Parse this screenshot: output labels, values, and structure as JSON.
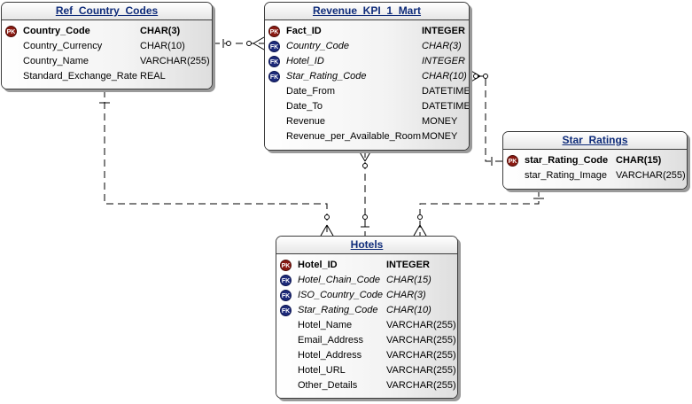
{
  "entities": {
    "ref_country_codes": {
      "title": "Ref_Country_Codes",
      "rows": [
        {
          "key": "PK",
          "name": "Country_Code",
          "type": "CHAR(3)"
        },
        {
          "key": "",
          "name": "Country_Currency",
          "type": "CHAR(10)"
        },
        {
          "key": "",
          "name": "Country_Name",
          "type": "VARCHAR(255)"
        },
        {
          "key": "",
          "name": "Standard_Exchange_Rate",
          "type": "REAL"
        }
      ]
    },
    "revenue_kpi": {
      "title": "Revenue_KPI_1_Mart",
      "rows": [
        {
          "key": "PK",
          "name": "Fact_ID",
          "type": "INTEGER"
        },
        {
          "key": "FK",
          "name": "Country_Code",
          "type": "CHAR(3)"
        },
        {
          "key": "FK",
          "name": "Hotel_ID",
          "type": "INTEGER"
        },
        {
          "key": "FK",
          "name": "Star_Rating_Code",
          "type": "CHAR(10)"
        },
        {
          "key": "",
          "name": "Date_From",
          "type": "DATETIME"
        },
        {
          "key": "",
          "name": "Date_To",
          "type": "DATETIME"
        },
        {
          "key": "",
          "name": "Revenue",
          "type": "MONEY"
        },
        {
          "key": "",
          "name": "Revenue_per_Available_Room",
          "type": "MONEY"
        }
      ]
    },
    "star_ratings": {
      "title": "Star_Ratings",
      "rows": [
        {
          "key": "PK",
          "name": "star_Rating_Code",
          "type": "CHAR(15)"
        },
        {
          "key": "",
          "name": "star_Rating_Image",
          "type": "VARCHAR(255)"
        }
      ]
    },
    "hotels": {
      "title": "Hotels",
      "rows": [
        {
          "key": "PK",
          "name": "Hotel_ID",
          "type": "INTEGER"
        },
        {
          "key": "FK",
          "name": "Hotel_Chain_Code",
          "type": "CHAR(15)"
        },
        {
          "key": "FK",
          "name": "ISO_Country_Code",
          "type": "CHAR(3)"
        },
        {
          "key": "FK",
          "name": "Star_Rating_Code",
          "type": "CHAR(10)"
        },
        {
          "key": "",
          "name": "Hotel_Name",
          "type": "VARCHAR(255)"
        },
        {
          "key": "",
          "name": "Email_Address",
          "type": "VARCHAR(255)"
        },
        {
          "key": "",
          "name": "Hotel_Address",
          "type": "VARCHAR(255)"
        },
        {
          "key": "",
          "name": "Hotel_URL",
          "type": "VARCHAR(255)"
        },
        {
          "key": "",
          "name": "Other_Details",
          "type": "VARCHAR(255)"
        }
      ]
    }
  },
  "colors": {
    "title_text": "#0f2c7a",
    "pk_badge": "#8a1a12",
    "fk_badge": "#1d2a7a",
    "border": "#3c3c3c"
  }
}
